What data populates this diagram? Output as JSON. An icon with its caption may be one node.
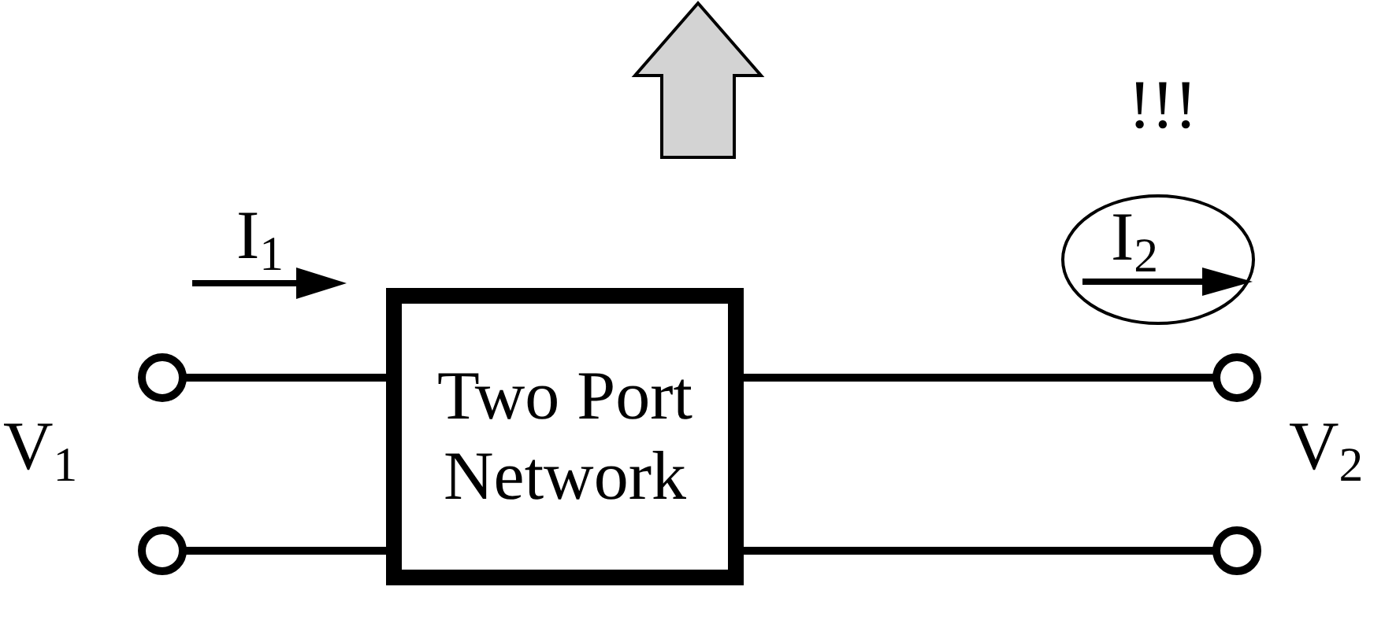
{
  "diagram": {
    "nodes": [
      {
        "text": [
          "Two Port Network"
        ]
      },
      {
        "text": [],
        "shape": "circle"
      },
      {
        "text": [],
        "shape": "circle"
      },
      {
        "text": [],
        "shape": "circle"
      },
      {
        "text": [],
        "shape": "circle"
      },
      {
        "text": [
          "I$_{2}$"
        ]
      }
    ],
    "edges": [
      {
        "from": 1,
        "to": 0,
        "arrow": "none"
      },
      {
        "from": 2,
        "to": 0,
        "arrow": "none"
      },
      {
        "from": 0,
        "to": 3,
        "arrow": "none"
      },
      {
        "from": 0,
        "to": 4,
        "arrow": "none"
      }
    ],
    "labels": [
      "I$_{1}$",
      "V$_{1}$",
      "!!!",
      "V$_{2}$"
    ]
  }
}
